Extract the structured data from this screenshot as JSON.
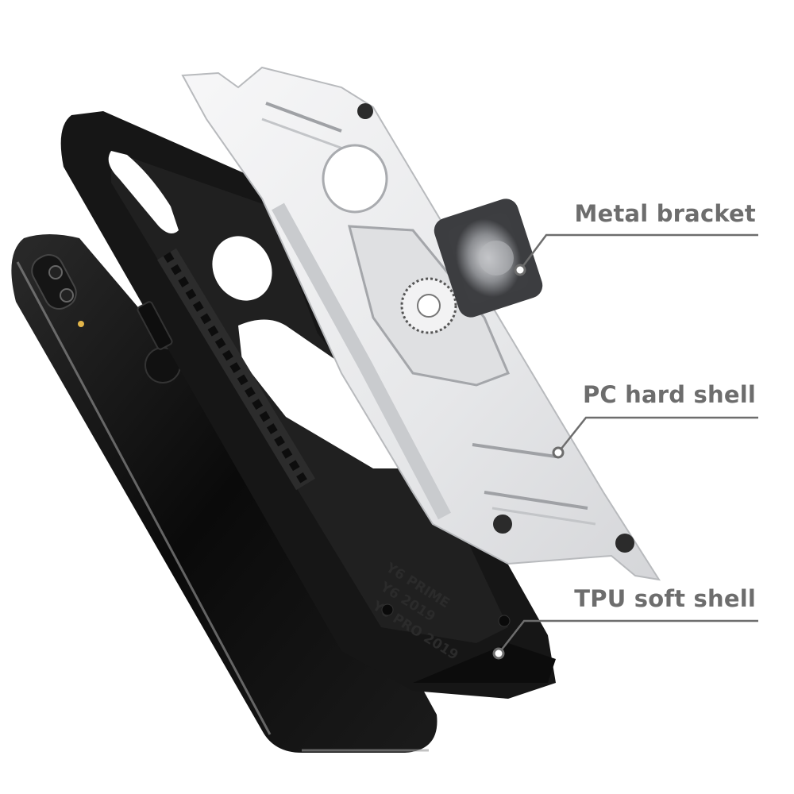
{
  "callouts": [
    {
      "id": "metal-bracket",
      "label": "Metal bracket"
    },
    {
      "id": "pc-hard-shell",
      "label": "PC hard shell"
    },
    {
      "id": "tpu-soft-shell",
      "label": "TPU soft shell"
    }
  ],
  "case_back_text": [
    "Y6 PRIME",
    "Y6 2019",
    "Y6 PRO 2019"
  ],
  "colors": {
    "background": "#ffffff",
    "label_text": "#6d6d6d",
    "callout_line": "#6d6d6d",
    "phone_body": "#0b0b0b",
    "tpu_shell": "#1a1a1a",
    "pc_shell": "#e9eaeb",
    "ring": "#7d7f83"
  }
}
